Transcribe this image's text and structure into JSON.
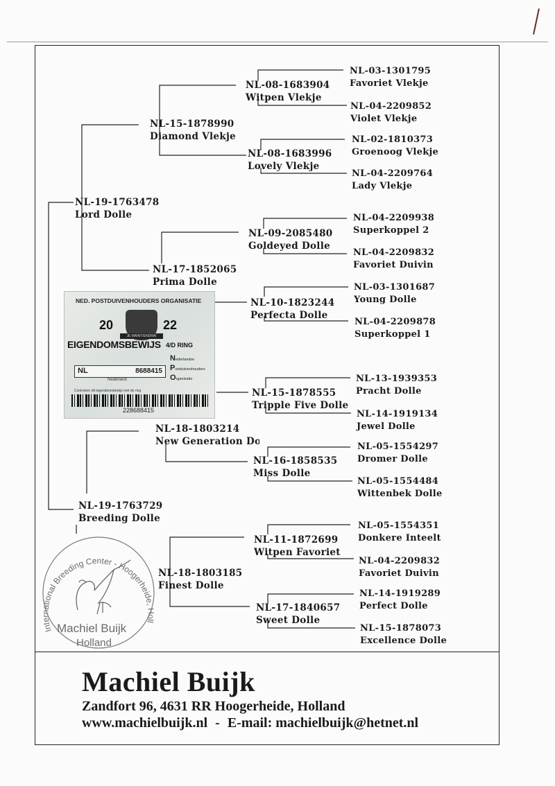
{
  "birds": [
    {
      "id": "p",
      "ring": "NL-19-1763478",
      "name": "Lord Dolle"
    },
    {
      "id": "pp",
      "ring": "NL-15-1878990",
      "name": "Diamond Vlekje"
    },
    {
      "id": "ppp",
      "ring": "NL-08-1683904",
      "name": "Witpen Vlekje"
    },
    {
      "id": "pppp",
      "ring": "NL-03-1301795",
      "name": "Favoriet Vlekje"
    },
    {
      "id": "pppm",
      "ring": "NL-04-2209852",
      "name": "Violet Vlekje"
    },
    {
      "id": "ppm",
      "ring": "NL-08-1683996",
      "name": "Lovely Vlekje"
    },
    {
      "id": "ppmp",
      "ring": "NL-02-1810373",
      "name": "Groenoog Vlekje"
    },
    {
      "id": "ppmm",
      "ring": "NL-04-2209764",
      "name": "Lady Vlekje"
    },
    {
      "id": "pm",
      "ring": "NL-17-1852065",
      "name": "Prima Dolle"
    },
    {
      "id": "pmp",
      "ring": "NL-09-2085480",
      "name": "Goldeyed Dolle"
    },
    {
      "id": "pmpp",
      "ring": "NL-04-2209938",
      "name": "Superkoppel 2"
    },
    {
      "id": "pmpm",
      "ring": "NL-04-2209832",
      "name": "Favoriet Duivin"
    },
    {
      "id": "pmm",
      "ring": "NL-10-1823244",
      "name": "Perfecta Dolle"
    },
    {
      "id": "pmmp",
      "ring": "NL-03-1301687",
      "name": "Young Dolle"
    },
    {
      "id": "pmmm",
      "ring": "NL-04-2209878",
      "name": "Superkoppel 1"
    },
    {
      "id": "m",
      "ring": "NL-19-1763729",
      "name": "Breeding Dolle"
    },
    {
      "id": "mp",
      "ring": "NL-18-1803214",
      "name": "New Generation Doll"
    },
    {
      "id": "mpp",
      "ring": "NL-15-1878555",
      "name": "Tripple Five Dolle"
    },
    {
      "id": "mppp",
      "ring": "NL-13-1939353",
      "name": "Pracht Dolle"
    },
    {
      "id": "mppm",
      "ring": "NL-14-1919134",
      "name": "Jewel Dolle"
    },
    {
      "id": "mpm",
      "ring": "NL-16-1858535",
      "name": "Miss Dolle"
    },
    {
      "id": "mpmp",
      "ring": "NL-05-1554297",
      "name": "Dromer Dolle"
    },
    {
      "id": "mpmm",
      "ring": "NL-05-1554484",
      "name": "Wittenbek Dolle"
    },
    {
      "id": "mm",
      "ring": "NL-18-1803185",
      "name": "Finest Dolle"
    },
    {
      "id": "mmp",
      "ring": "NL-11-1872699",
      "name": "Witpen Favoriet"
    },
    {
      "id": "mmpp",
      "ring": "NL-05-1554351",
      "name": "Donkere Inteelt"
    },
    {
      "id": "mmpm",
      "ring": "NL-04-2209832",
      "name": "Favoriet Duivin"
    },
    {
      "id": "mmm",
      "ring": "NL-17-1840657",
      "name": "Sweet Dolle"
    },
    {
      "id": "mmmp",
      "ring": "NL-14-1919289",
      "name": "Perfect Dolle"
    },
    {
      "id": "mmmm",
      "ring": "NL-15-1878073",
      "name": "Excellence Dolle"
    }
  ],
  "certificate": {
    "org": "NED. POSTDUIVENHOUDERS ORGANISATIE",
    "year_left": "20",
    "year_right": "22",
    "crest_band": "JE MAINTIENDRAI",
    "title": "EIGENDOMSBEWIJS",
    "title_suffix": "4/D RING",
    "country_code": "NL",
    "ring_number": "8688415",
    "country": "Nederland",
    "letter_n": "N",
    "letter_n_text": "ederlandse",
    "letter_p": "P",
    "letter_p_text": "ostduivenhouders",
    "letter_o": "O",
    "letter_o_text": "rganisatie",
    "control_text": "Controleer dit eigendomsbewijs met de ring",
    "barcode_number": "228688415"
  },
  "stamp": {
    "ring_text": "International Breeding Center - Hoogerheide, Holland",
    "center_line1": "Machiel Buijk",
    "center_line2": "Holland"
  },
  "footer": {
    "name": "Machiel Buijk",
    "address": "Zandfort 96, 4631 RR Hoogerheide, Holland",
    "web": "www.machielbuijk.nl",
    "separator": "-",
    "email_label": "E-mail:",
    "email": "machielbuijk@hetnet.nl"
  },
  "colors": {
    "ink": "#1a1a1a",
    "frame": "#222222",
    "stamp": "#6b6b6b"
  }
}
